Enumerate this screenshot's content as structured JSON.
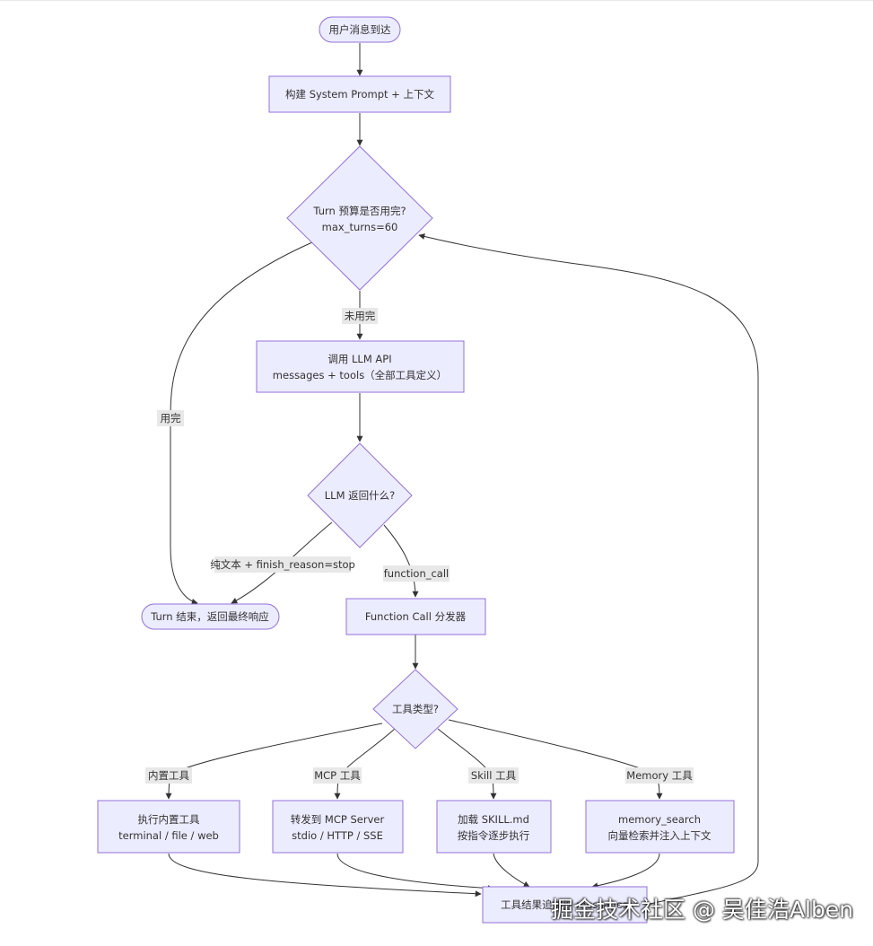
{
  "colors": {
    "node_fill": "#ECECFF",
    "node_stroke": "#9370DB",
    "edge": "#333333",
    "label_bg": "#E8E8E8",
    "text": "#333333"
  },
  "nodes": {
    "start": "用户消息到达",
    "build_prompt": "构建 System Prompt + 上下文",
    "turn_budget_l1": "Turn 预算是否用完?",
    "turn_budget_l2": "max_turns=60",
    "call_llm_l1": "调用 LLM API",
    "call_llm_l2": "messages + tools（全部工具定义）",
    "llm_return": "LLM 返回什么?",
    "turn_end": "Turn 结束，返回最终响应",
    "dispatcher": "Function Call 分发器",
    "tool_type": "工具类型?",
    "builtin_l1": "执行内置工具",
    "builtin_l2": "terminal / file / web",
    "mcp_l1": "转发到 MCP Server",
    "mcp_l2": "stdio / HTTP / SSE",
    "skill_l1": "加载 SKILL.md",
    "skill_l2": "按指令逐步执行",
    "memory_l1": "memory_search",
    "memory_l2": "向量检索并注入上下文",
    "result": "工具结果追加到 messages"
  },
  "edge_labels": {
    "not_used_up": "未用完",
    "used_up": "用完",
    "plain_text": "纯文本 + finish_reason=stop",
    "function_call": "function_call",
    "builtin": "内置工具",
    "mcp": "MCP 工具",
    "skill": "Skill 工具",
    "memory": "Memory 工具"
  },
  "watermark": "掘金技术社区 @ 吴佳浩Alben"
}
